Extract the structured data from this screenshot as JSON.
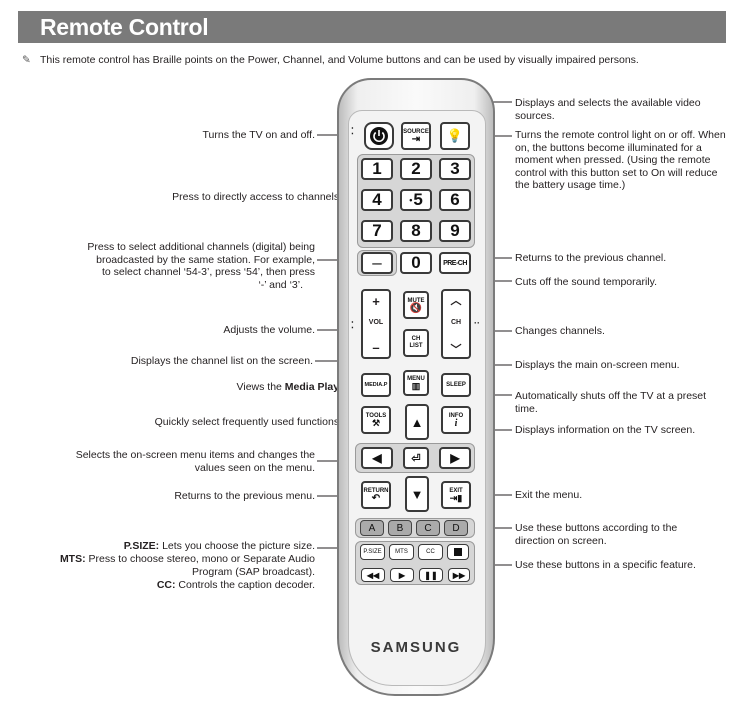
{
  "header": {
    "title": "Remote Control"
  },
  "note": {
    "icon": "pencil-icon",
    "text": "This remote control has Braille points on the Power, Channel, and Volume buttons and can be used by visually impaired persons."
  },
  "left_labels": {
    "power": "Turns the TV on and off.",
    "numbers": "Press to directly access to channels.",
    "dash": [
      "Press to select additional channels (digital) being",
      "broadcasted by the same station. For example,",
      "to select channel ‘54-3’, press ‘54’, then press",
      "‘-’ and ‘3’."
    ],
    "volume": "Adjusts the volume.",
    "ch_list": "Displays the channel list on the screen.",
    "media_prefix": "Views the ",
    "media_bold": "Media Play",
    "media_suffix": ".",
    "tools": "Quickly select frequently used functions.",
    "nav": [
      "Selects the on-screen menu items and changes the",
      "values seen on the menu."
    ],
    "return": "Returns to the previous menu.",
    "psize_bold": "P.SIZE:",
    "psize": " Lets you choose the picture size.",
    "mts_bold": "MTS:",
    "mts": " Press to choose stereo, mono or Separate Audio",
    "mts2": "Program (SAP broadcast).",
    "cc_bold": "CC:",
    "cc": " Controls the caption decoder."
  },
  "right_labels": {
    "source": [
      "Displays and selects the available video",
      "sources."
    ],
    "light": [
      "Turns the remote control light on or off. When",
      "on, the buttons become illuminated for a",
      "moment when pressed. (Using the remote",
      "control with this button set to On will reduce",
      "the battery usage time.)"
    ],
    "prech": "Returns to the previous channel.",
    "mute": "Cuts off the sound temporarily.",
    "channel": "Changes channels.",
    "menu": "Displays the main on-screen menu.",
    "sleep": [
      "Automatically shuts off the TV at a preset",
      "time."
    ],
    "info": "Displays information on the TV screen.",
    "exit": "Exit the menu.",
    "colors": [
      "Use these buttons according to the",
      "direction on screen."
    ],
    "playback": "Use these buttons in a specific feature."
  },
  "remote": {
    "source": "SOURCE",
    "numbers": [
      "1",
      "2",
      "3",
      "4",
      "5",
      "6",
      "7",
      "8",
      "9"
    ],
    "dash": "–",
    "zero": "0",
    "prech": "PRE-CH",
    "mute": "MUTE",
    "vol": "VOL",
    "vol_plus": "+",
    "vol_minus": "–",
    "ch": "CH",
    "ch_list": [
      "CH",
      "LIST"
    ],
    "menu": "MENU",
    "media_p": "MEDIA.P",
    "sleep": "SLEEP",
    "tools": "TOOLS",
    "info": "INFO",
    "info_icon": "i",
    "return": "RETURN",
    "exit": "EXIT",
    "colors": [
      "A",
      "B",
      "C",
      "D"
    ],
    "psize": "P.SIZE",
    "mts": "MTS",
    "cc": "CC",
    "brand": "SAMSUNG"
  }
}
